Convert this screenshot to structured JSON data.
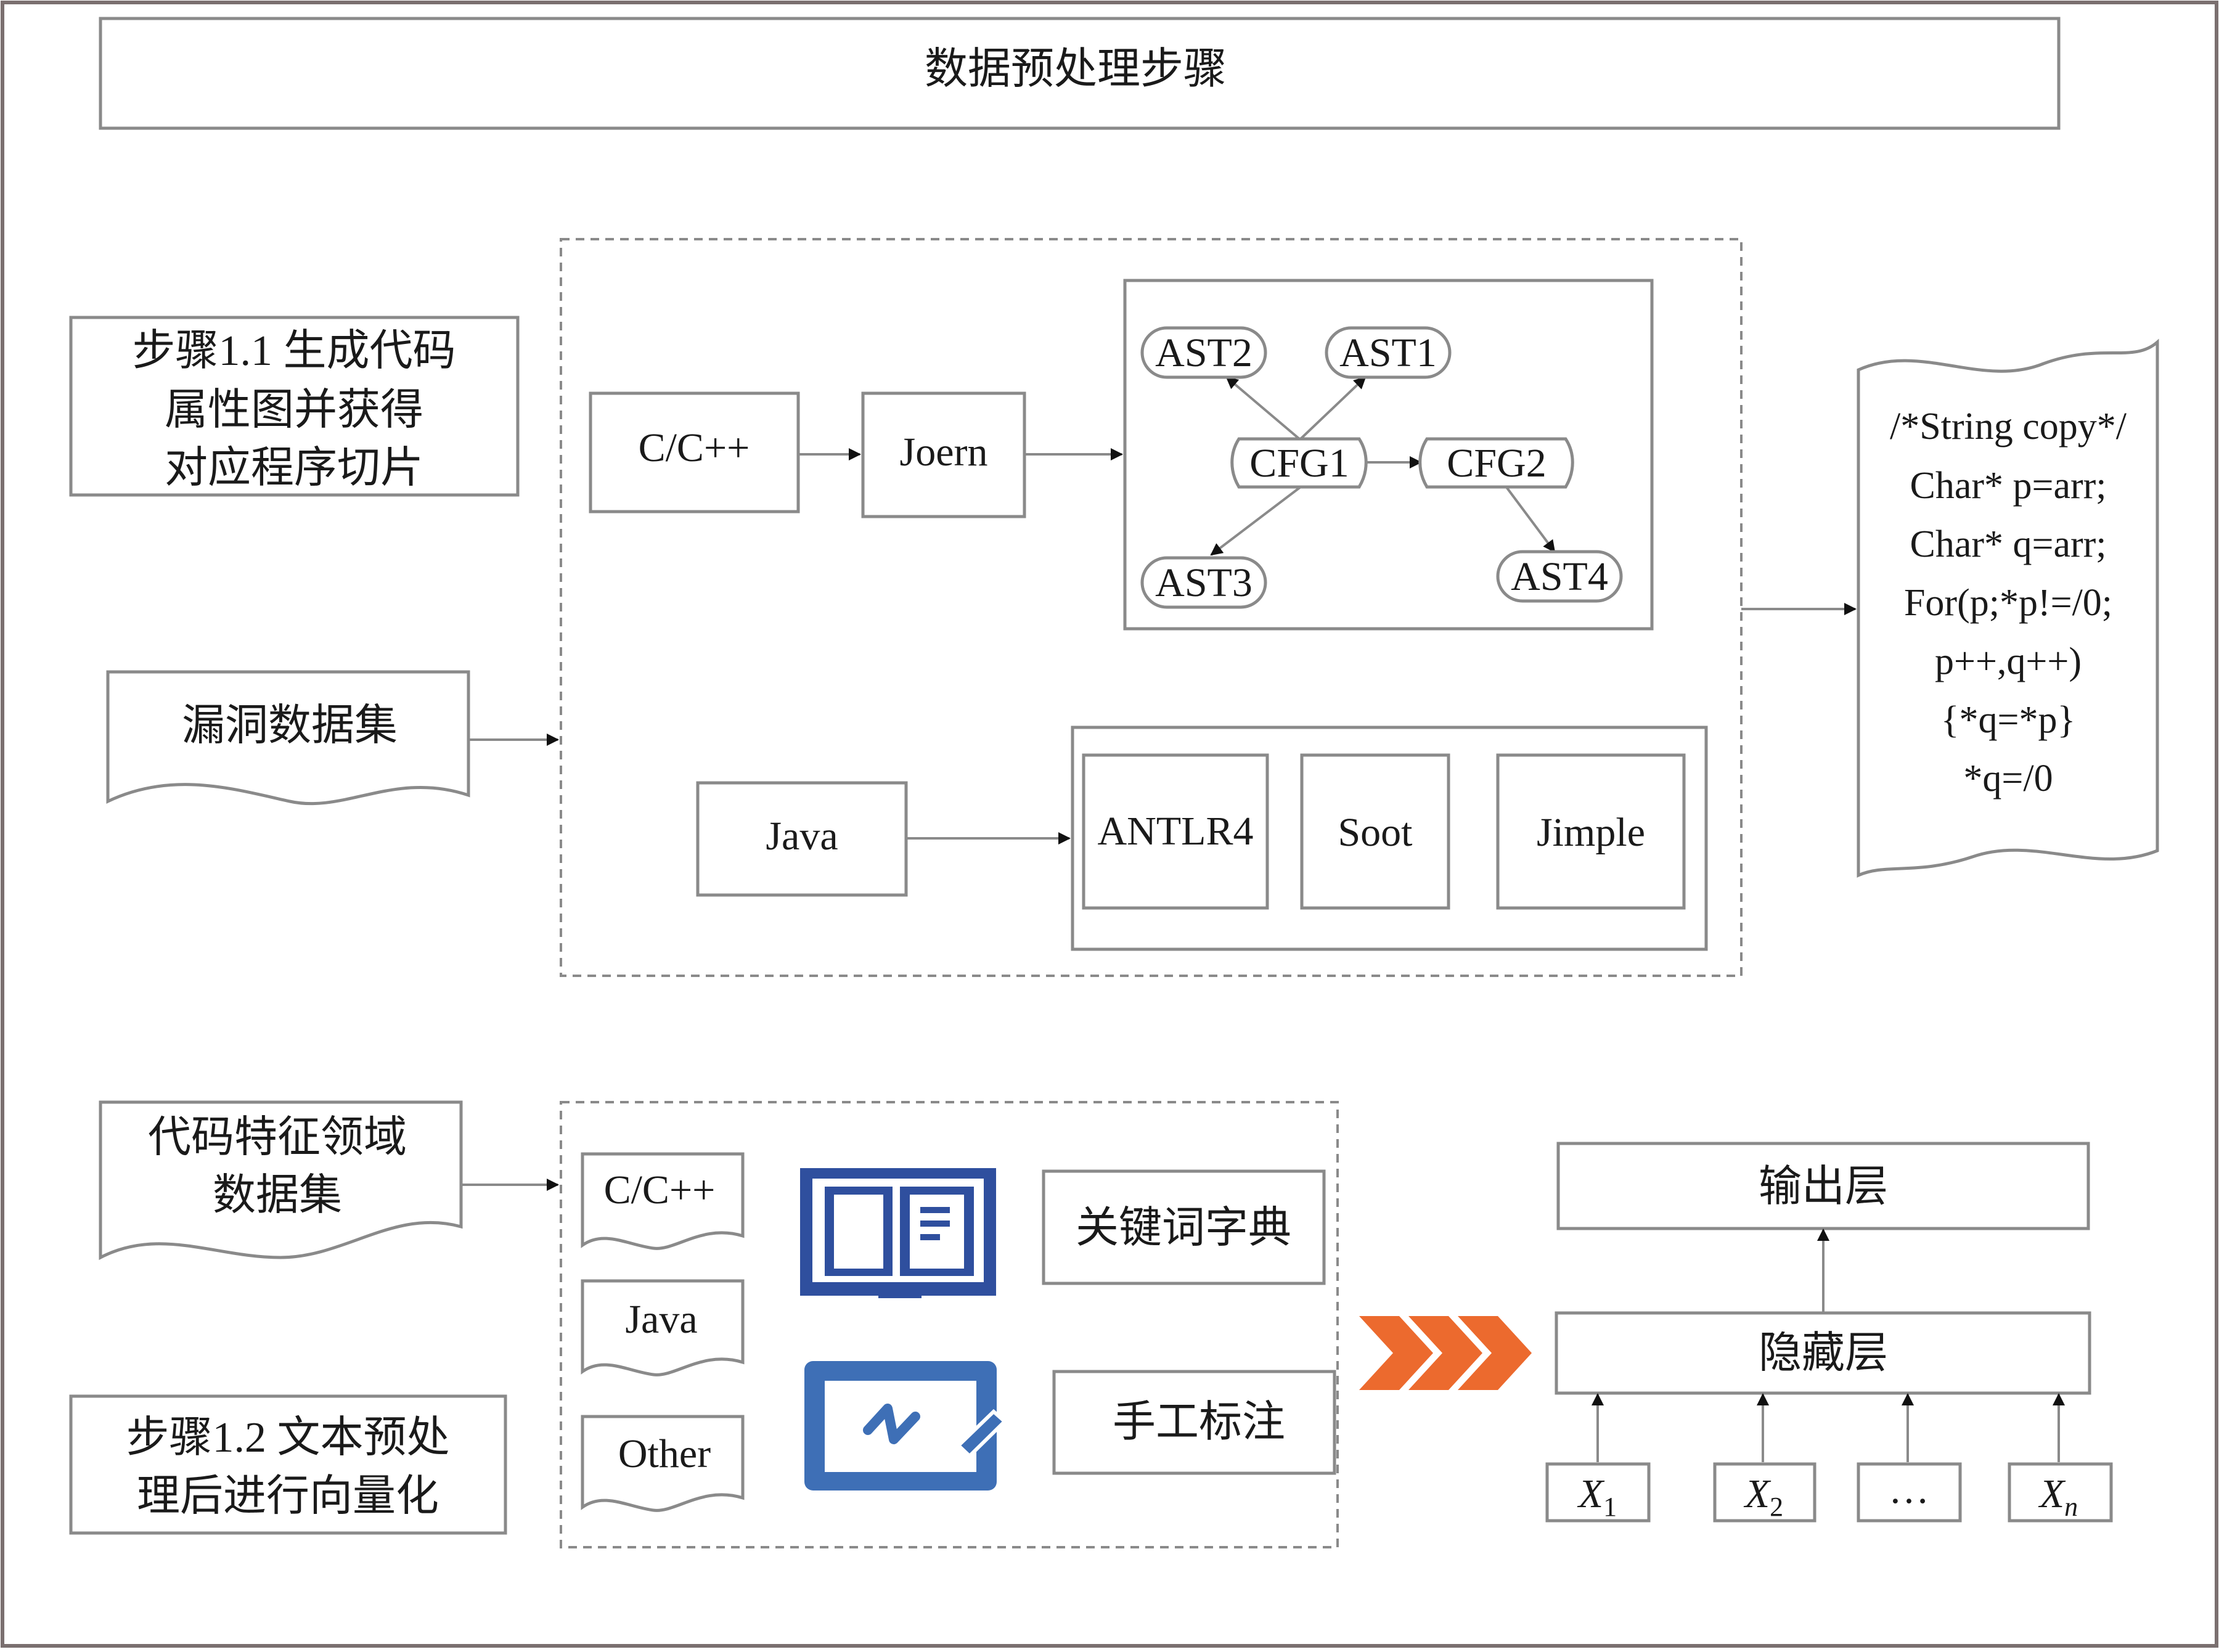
{
  "title": "数据预处理步骤",
  "step1": {
    "label_lines": [
      "步骤1.1 生成代码",
      "属性图并获得",
      "对应程序切片"
    ],
    "dataset": "漏洞数据集",
    "cpp": "C/C++",
    "joern": "Joern",
    "graph_nodes": {
      "ast1": "AST1",
      "ast2": "AST2",
      "ast3": "AST3",
      "ast4": "AST4",
      "cfg1": "CFG1",
      "cfg2": "CFG2"
    },
    "java": "Java",
    "tools": [
      "ANTLR4",
      "Soot",
      "Jimple"
    ],
    "code_lines": [
      "/*String copy*/",
      "Char* p=arr;",
      "Char* q=arr;",
      "For(p;*p!=/0;",
      "p++,q++)",
      "{*q=*p}",
      "*q=/0"
    ]
  },
  "step2": {
    "dataset_lines": [
      "代码特征领域",
      "数据集"
    ],
    "label_lines": [
      "步骤1.2 文本预处",
      "理后进行向量化"
    ],
    "docs": [
      "C/C++",
      "Java",
      "Other"
    ],
    "dictionary": "关键词字典",
    "annotation": "手工标注",
    "book_icon": "book-icon",
    "annotate_icon": "pen-tablet-icon",
    "chevron_icon": "triple-chevron-icon",
    "output_layer": "输出层",
    "hidden_layer": "隐藏层",
    "inputs": [
      {
        "base": "X",
        "sub": "1"
      },
      {
        "base": "X",
        "sub": "2"
      },
      {
        "base": "…",
        "sub": ""
      },
      {
        "base": "X",
        "sub": "n"
      }
    ]
  },
  "colors": {
    "icon_blue": "#2f4f9e",
    "icon_blue_light": "#3e6fb6",
    "chevron_orange": "#ec6a2e",
    "line_gray": "#8a8a8a"
  }
}
